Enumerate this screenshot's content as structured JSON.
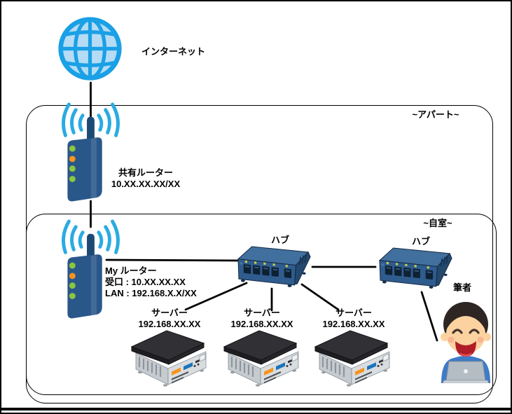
{
  "zones": {
    "apartment": "~アパート~",
    "room": "~自室~"
  },
  "nodes": {
    "internet": {
      "label": "インターネット"
    },
    "shared_router": {
      "label": "共有ルーター",
      "ip": "10.XX.XX.XX/XX"
    },
    "my_router": {
      "label": "My ルーター",
      "wan": "受口 : 10.XX.XX.XX",
      "lan": "LAN : 192.168.X.X/XX"
    },
    "hub1": {
      "label": "ハブ"
    },
    "hub2": {
      "label": "ハブ"
    },
    "servers": [
      {
        "label": "サーバー",
        "ip": "192.168.XX.XX"
      },
      {
        "label": "サーバー",
        "ip": "192.168.XX.XX"
      },
      {
        "label": "サーバー",
        "ip": "192.168.XX.XX"
      }
    ],
    "author": {
      "label": "筆者"
    }
  },
  "icons": {
    "internet": "globe-icon",
    "routers": "wifi-router-icon",
    "hubs": "network-hub-icon",
    "servers": "mini-pc-server-icon",
    "author": "person-with-laptop-icon"
  },
  "colors": {
    "line": "#000000",
    "globe_fill": "#b5dcf4",
    "globe_stroke": "#1aa0e6",
    "wifi_blue": "#2aabe2",
    "router_body": "#2a578a",
    "router_dark": "#1d4a75",
    "led_green": "#8cc63f",
    "led_orange": "#f7941d",
    "hub_top": "#41709f",
    "hub_front": "#2f5c8f",
    "hub_side": "#24496f",
    "hub_led": "#c6cf4a",
    "port_dark": "#0e2133",
    "server_top": "#313135",
    "server_left": "#c6cbd0",
    "server_right": "#d9dde0",
    "usb_orange": "#f7941d",
    "usb_blue": "#1b75bc",
    "skin": "#fcd3a0",
    "hair": "#2e2623",
    "shirt": "#3e7bc8",
    "mouth": "#b01d28",
    "laptop": "#b4bcc4"
  }
}
